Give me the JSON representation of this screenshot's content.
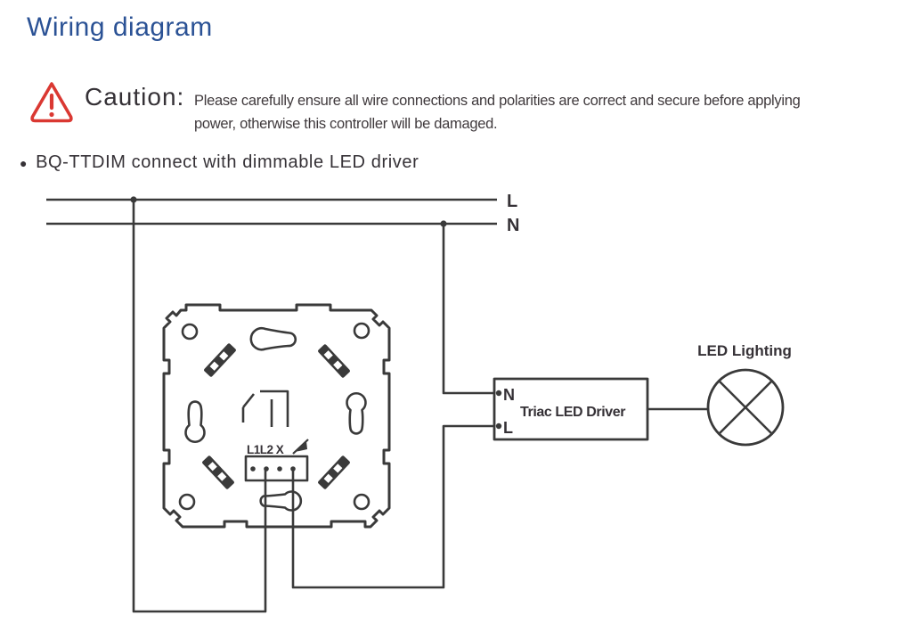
{
  "header": {
    "title": "Wiring diagram"
  },
  "caution": {
    "heading": "Caution:",
    "line1": "Please carefully ensure all wire connections and polarities are correct and secure before applying",
    "line2": "power, otherwise this controller will be damaged."
  },
  "section": {
    "bullet": "BQ-TTDIM connect with dimmable LED driver"
  },
  "diagram": {
    "bus": {
      "live": "L",
      "neutral": "N"
    },
    "dimmer": {
      "terminals": "L1L2 X"
    },
    "driver": {
      "title": "Triac LED Driver",
      "neutral": "N",
      "live": "L"
    },
    "lamp": {
      "label": "LED Lighting"
    }
  },
  "colors": {
    "title_blue": "#2b5295",
    "caution_red": "#da3832",
    "ink": "#353136",
    "line": "#3a3a3a"
  }
}
